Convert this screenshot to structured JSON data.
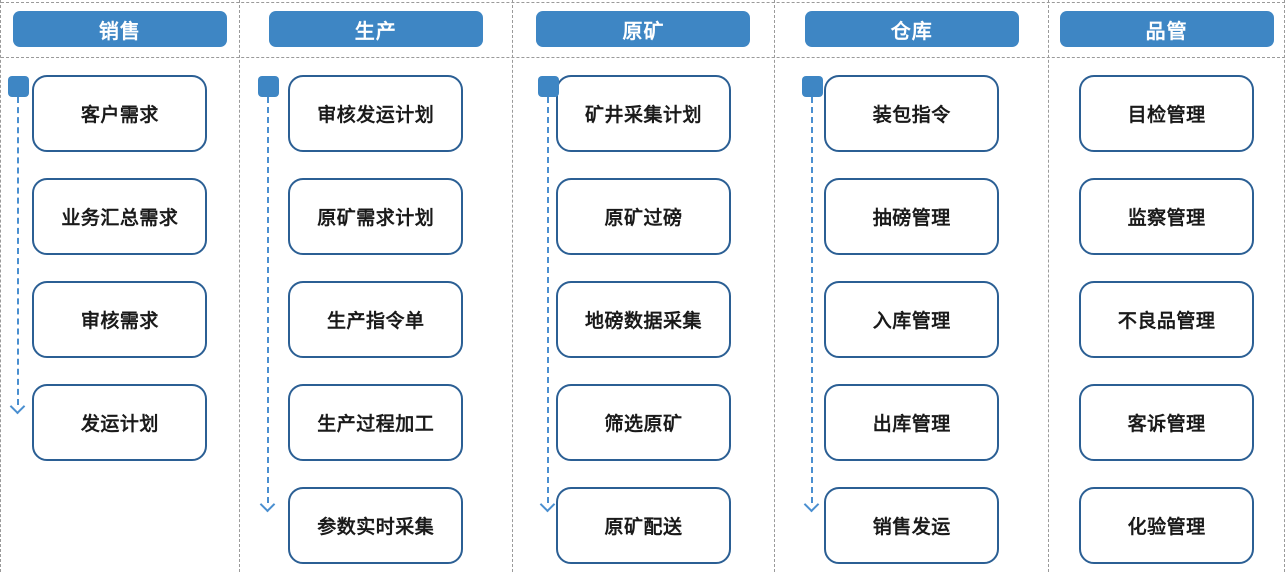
{
  "diagram": {
    "colors": {
      "header_bg": "#3E86C4",
      "header_text": "#FFFFFF",
      "node_border": "#2B5F94",
      "node_text": "#1A1A1A",
      "flow_arrow": "#4A8FD0",
      "divider": "#9A9A9A"
    },
    "lanes": [
      {
        "id": "sales",
        "title": "销售",
        "has_flow_arrow": true,
        "items": [
          "客户需求",
          "业务汇总需求",
          "审核需求",
          "发运计划"
        ]
      },
      {
        "id": "production",
        "title": "生产",
        "has_flow_arrow": true,
        "items": [
          "审核发运计划",
          "原矿需求计划",
          "生产指令单",
          "生产过程加工",
          "参数实时采集"
        ]
      },
      {
        "id": "raw-ore",
        "title": "原矿",
        "has_flow_arrow": true,
        "items": [
          "矿井采集计划",
          "原矿过磅",
          "地磅数据采集",
          "筛选原矿",
          "原矿配送"
        ]
      },
      {
        "id": "warehouse",
        "title": "仓库",
        "has_flow_arrow": true,
        "items": [
          "装包指令",
          "抽磅管理",
          "入库管理",
          "出库管理",
          "销售发运"
        ]
      },
      {
        "id": "quality",
        "title": "品管",
        "has_flow_arrow": false,
        "items": [
          "目检管理",
          "监察管理",
          "不良品管理",
          "客诉管理",
          "化验管理"
        ]
      }
    ]
  }
}
